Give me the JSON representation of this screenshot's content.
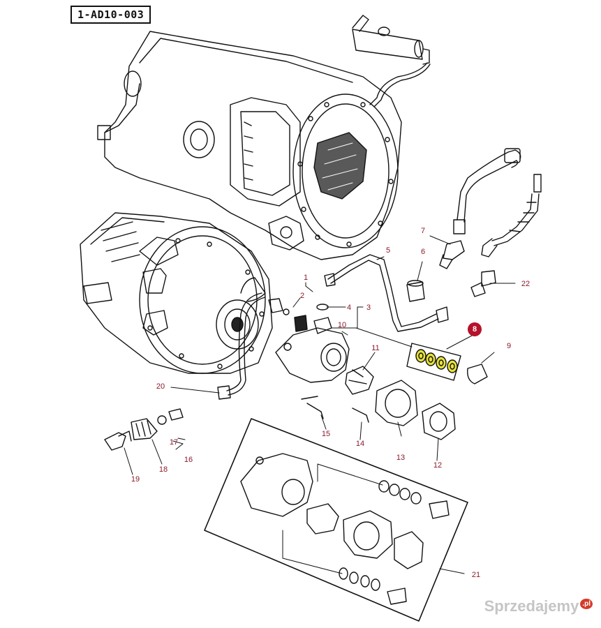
{
  "diagram": {
    "reference_code": "1-AD10-003",
    "highlight_part": "8",
    "part_numbers": [
      "1",
      "2",
      "3",
      "4",
      "5",
      "6",
      "7",
      "9",
      "10",
      "11",
      "12",
      "13",
      "14",
      "15",
      "16",
      "17",
      "18",
      "19",
      "20",
      "21",
      "22"
    ],
    "colors": {
      "label": "#8b1a2b",
      "badge": "#b5122b",
      "highlight_fill": "#e8e23a"
    }
  },
  "watermark": {
    "text": "Sprzedajemy",
    "suffix": ".pl"
  }
}
